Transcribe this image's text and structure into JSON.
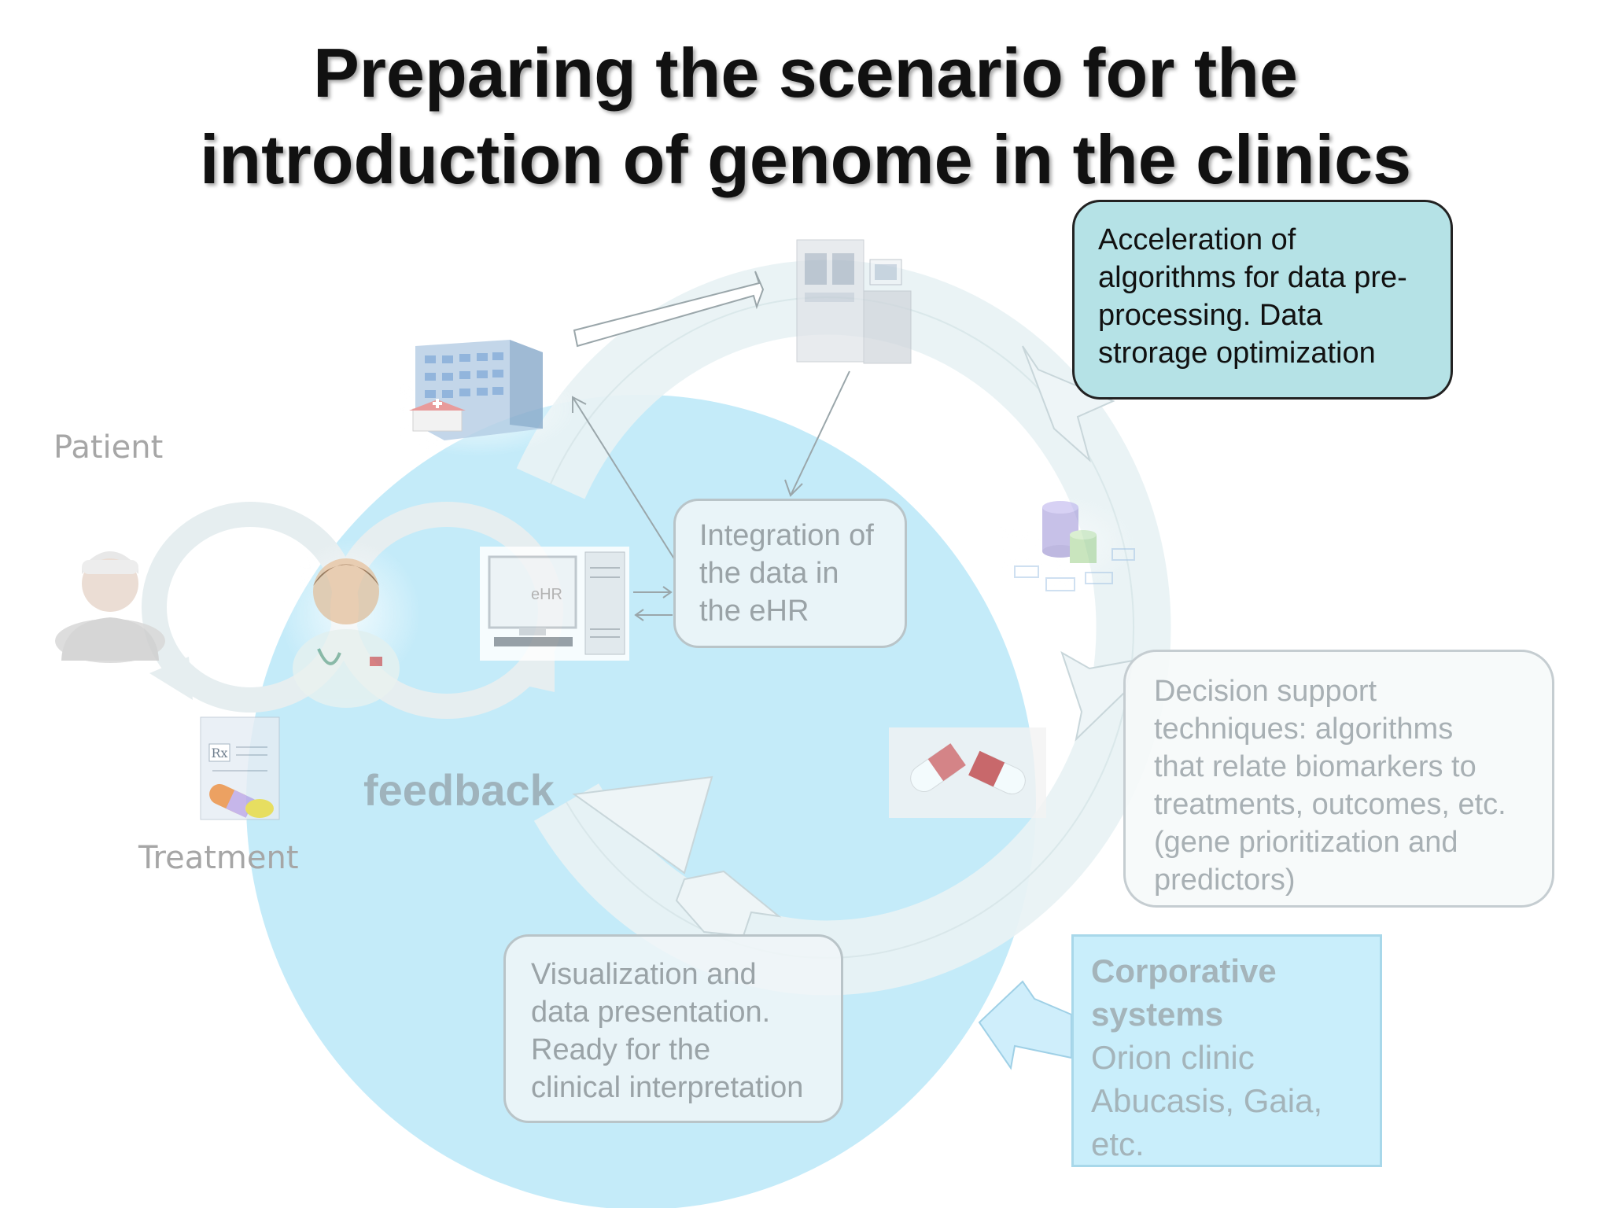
{
  "title": {
    "line1": "Preparing the scenario for the",
    "line2": "introduction of genome in the clinics"
  },
  "boxes": {
    "acceleration": {
      "lines": [
        "Acceleration of",
        "algorithms for data pre-",
        "processing. Data",
        "strorage optimization"
      ]
    },
    "integration": {
      "lines": [
        "Integration of",
        "the data in",
        "the eHR"
      ]
    },
    "decision_support": {
      "lines": [
        "Decision support",
        "techniques: algorithms",
        "that relate biomarkers to",
        "treatments, outcomes, etc.",
        "(gene prioritization and",
        "predictors)"
      ]
    },
    "visualization": {
      "lines": [
        "Visualization and",
        "data presentation.",
        "Ready for the",
        "clinical interpretation"
      ]
    },
    "corporative": {
      "heading_lines": [
        "Corporative",
        "systems"
      ],
      "lines": [
        "Orion clinic",
        "Abucasis, Gaia,",
        "etc."
      ]
    }
  },
  "labels": {
    "patient": "Patient",
    "treatment": "Treatment",
    "feedback": "feedback",
    "ehr_screen": "eHR",
    "rx": "Rx"
  },
  "icons": {
    "hospital": "hospital-building-icon",
    "sequencer": "genome-sequencer-icon",
    "database": "database-icon",
    "pills": "pills-icon",
    "computer": "ehr-computer-icon",
    "doctor": "doctor-icon",
    "patient": "patient-icon",
    "prescription": "prescription-icon"
  },
  "colors": {
    "big_circle": "#c4ebf9",
    "ring": "#e9f3f5",
    "accel_box": "#b5e2e6",
    "corp_box": "#c9eefb",
    "faded_text": "#a6a6a6"
  }
}
